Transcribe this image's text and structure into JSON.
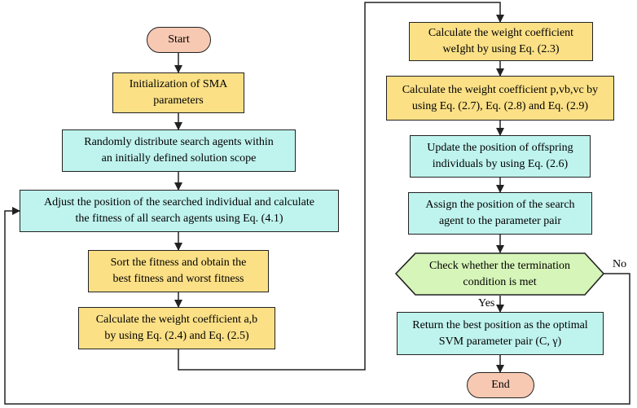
{
  "nodes": {
    "start": "Start",
    "init": [
      "Initialization of SMA",
      "parameters"
    ],
    "randomly": [
      "Randomly distribute search agents within",
      "an initially defined solution scope"
    ],
    "adjust": [
      "Adjust the position of the searched individual and calculate",
      "the fitness of all search agents using Eq. (4.1)"
    ],
    "sort": [
      "Sort the fitness and obtain the",
      "best fitness and worst fitness"
    ],
    "calc_ab": [
      "Calculate the weight coefficient a,b",
      "by using Eq. (2.4) and Eq. (2.5)"
    ],
    "calc_weight": [
      "Calculate the weight coefficient",
      "weIght by using Eq. (2.3)"
    ],
    "calc_pvbvc": [
      "Calculate the weight coefficient p,vb,vc by",
      "using Eq. (2.7), Eq. (2.8) and Eq. (2.9)"
    ],
    "update": [
      "Update the position of offspring",
      "individuals by using Eq. (2.6)"
    ],
    "assign": [
      "Assign the position of the search",
      "agent to the parameter pair"
    ],
    "check": [
      "Check whether the termination",
      "condition is met"
    ],
    "return_best": [
      "Return the best position as the optimal",
      "SVM parameter pair (C, γ)"
    ],
    "end": "End"
  },
  "edge_labels": {
    "yes": "Yes",
    "no": "No"
  },
  "colors": {
    "process_yellow": "#fbe086",
    "process_cyan": "#bff3ee",
    "terminal": "#f7c9b2",
    "decision": "#d6f5b8",
    "line": "#222222"
  }
}
